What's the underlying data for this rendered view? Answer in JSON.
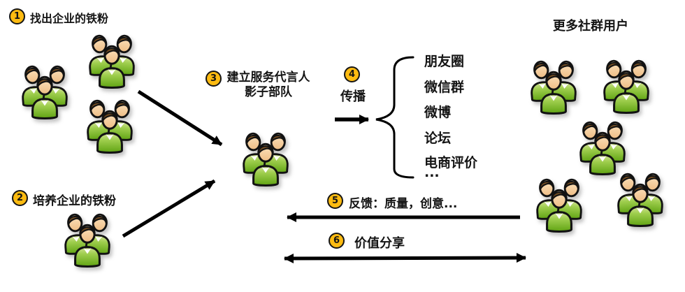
{
  "steps": [
    {
      "num": "1",
      "label": "找出企业的铁粉"
    },
    {
      "num": "2",
      "label": "培养企业的铁粉"
    },
    {
      "num": "3",
      "label": "建立服务代言人",
      "label2": "影子部队"
    },
    {
      "num": "4",
      "label": "传播"
    },
    {
      "num": "5",
      "label": "反馈：质量，创意..."
    },
    {
      "num": "6",
      "label": "价值分享"
    }
  ],
  "channels": [
    "朋友圈",
    "微信群",
    "微博",
    "论坛",
    "电商评价",
    "..."
  ],
  "right_title": "更多社群用户",
  "colors": {
    "badge_fill": "#FDBB11",
    "outline": "#141414",
    "arrow": "#000000",
    "shirt_green": "#8DC63F",
    "skin": "#F5CD98",
    "hair": "#5C3A18"
  },
  "icons": {
    "group": "user-group-icon",
    "badge": "numbered-step-badge"
  }
}
